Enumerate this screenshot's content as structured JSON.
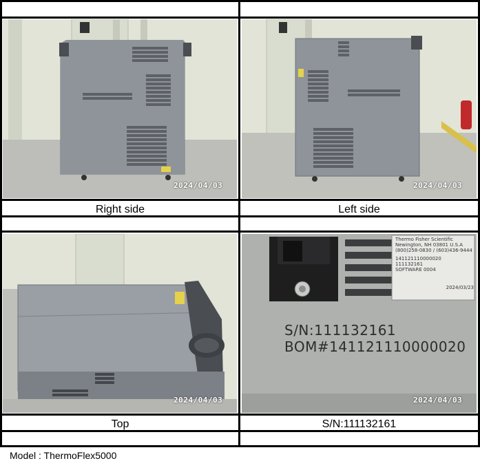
{
  "captions": {
    "top_left": "Right side",
    "top_right": "Left side",
    "bottom_left": "Top",
    "bottom_right": "S/N:111132161"
  },
  "photo_dates": {
    "right_side": "2024/04/03",
    "left_side": "2024/04/03",
    "top": "2024/04/03",
    "serial": "2024/04/03"
  },
  "label_plate": {
    "serial_text": "S/N:111132161",
    "bom_text": "BOM#141121110000020",
    "brand": "Thermo Fisher Scientific",
    "address": "Newington, NH 03801 U.S.A",
    "phone": "(800)258-0830 / (603)436-9444",
    "bom_small": "141121110000020",
    "sn_small": "111132161",
    "software": "SOFTWARE 0004",
    "stamp": "2024/03/23"
  },
  "footer": {
    "model": "Model : ThermoFlex5000"
  },
  "colors": {
    "wall": "#dfe3d4",
    "floor": "#bfc0bb",
    "cabinet": "#8f959c",
    "border": "#000000"
  }
}
